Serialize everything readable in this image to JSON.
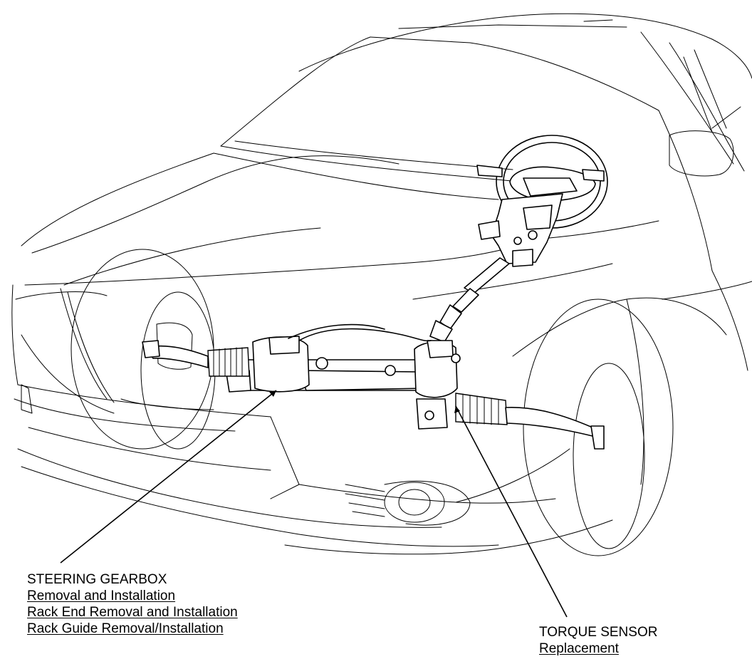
{
  "callouts": {
    "steering_gearbox": {
      "title": "STEERING GEARBOX",
      "links": [
        "Removal and Installation",
        "Rack End Removal and Installation",
        "Rack Guide Removal/Installation"
      ]
    },
    "torque_sensor": {
      "title": "TORQUE SENSOR",
      "links": [
        "Replacement"
      ]
    }
  }
}
